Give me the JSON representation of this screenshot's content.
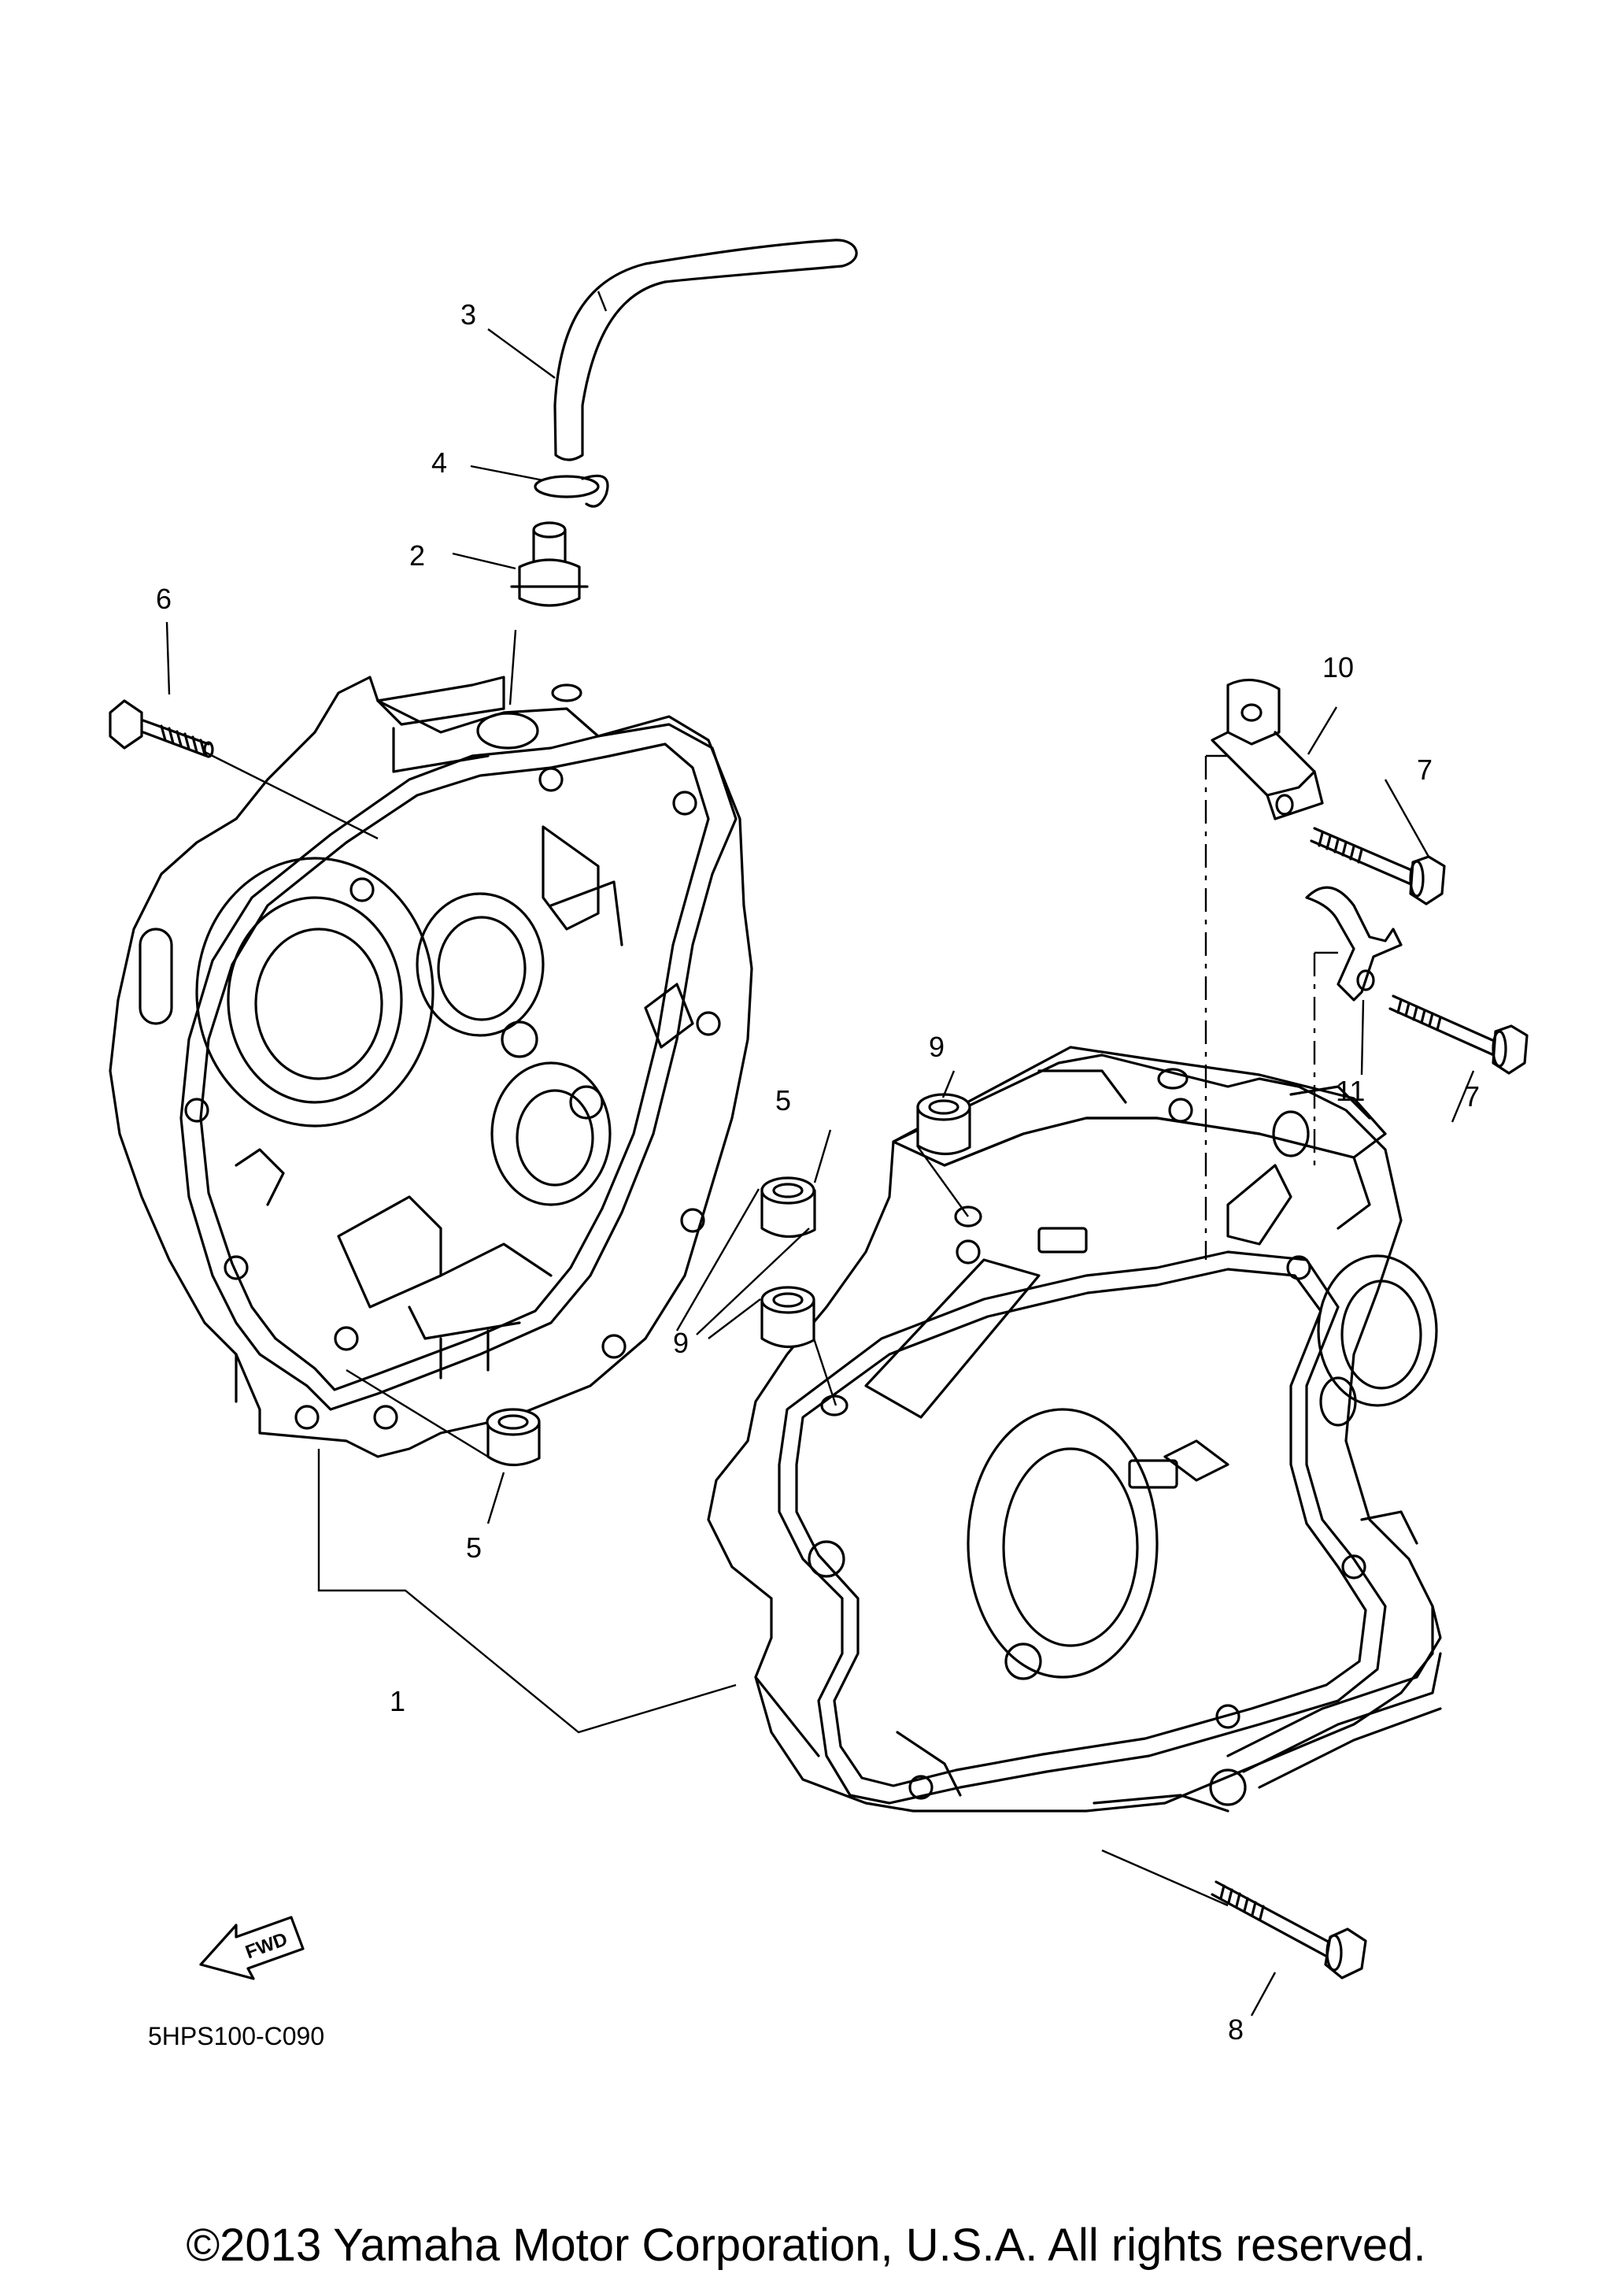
{
  "diagram_code": "5HPS100-C090",
  "fwd_label": "FWD",
  "copyright": "©2013 Yamaha Motor Corporation, U.S.A. All rights reserved.",
  "callouts": [
    {
      "id": "c1",
      "text": "1"
    },
    {
      "id": "c2",
      "text": "2"
    },
    {
      "id": "c3",
      "text": "3"
    },
    {
      "id": "c4",
      "text": "4"
    },
    {
      "id": "c5a",
      "text": "5"
    },
    {
      "id": "c5b",
      "text": "5"
    },
    {
      "id": "c6",
      "text": "6"
    },
    {
      "id": "c7a",
      "text": "7"
    },
    {
      "id": "c7b",
      "text": "7"
    },
    {
      "id": "c8",
      "text": "8"
    },
    {
      "id": "c9a",
      "text": "9"
    },
    {
      "id": "c9b",
      "text": "9"
    },
    {
      "id": "c10",
      "text": "10"
    },
    {
      "id": "c11",
      "text": "11"
    }
  ]
}
